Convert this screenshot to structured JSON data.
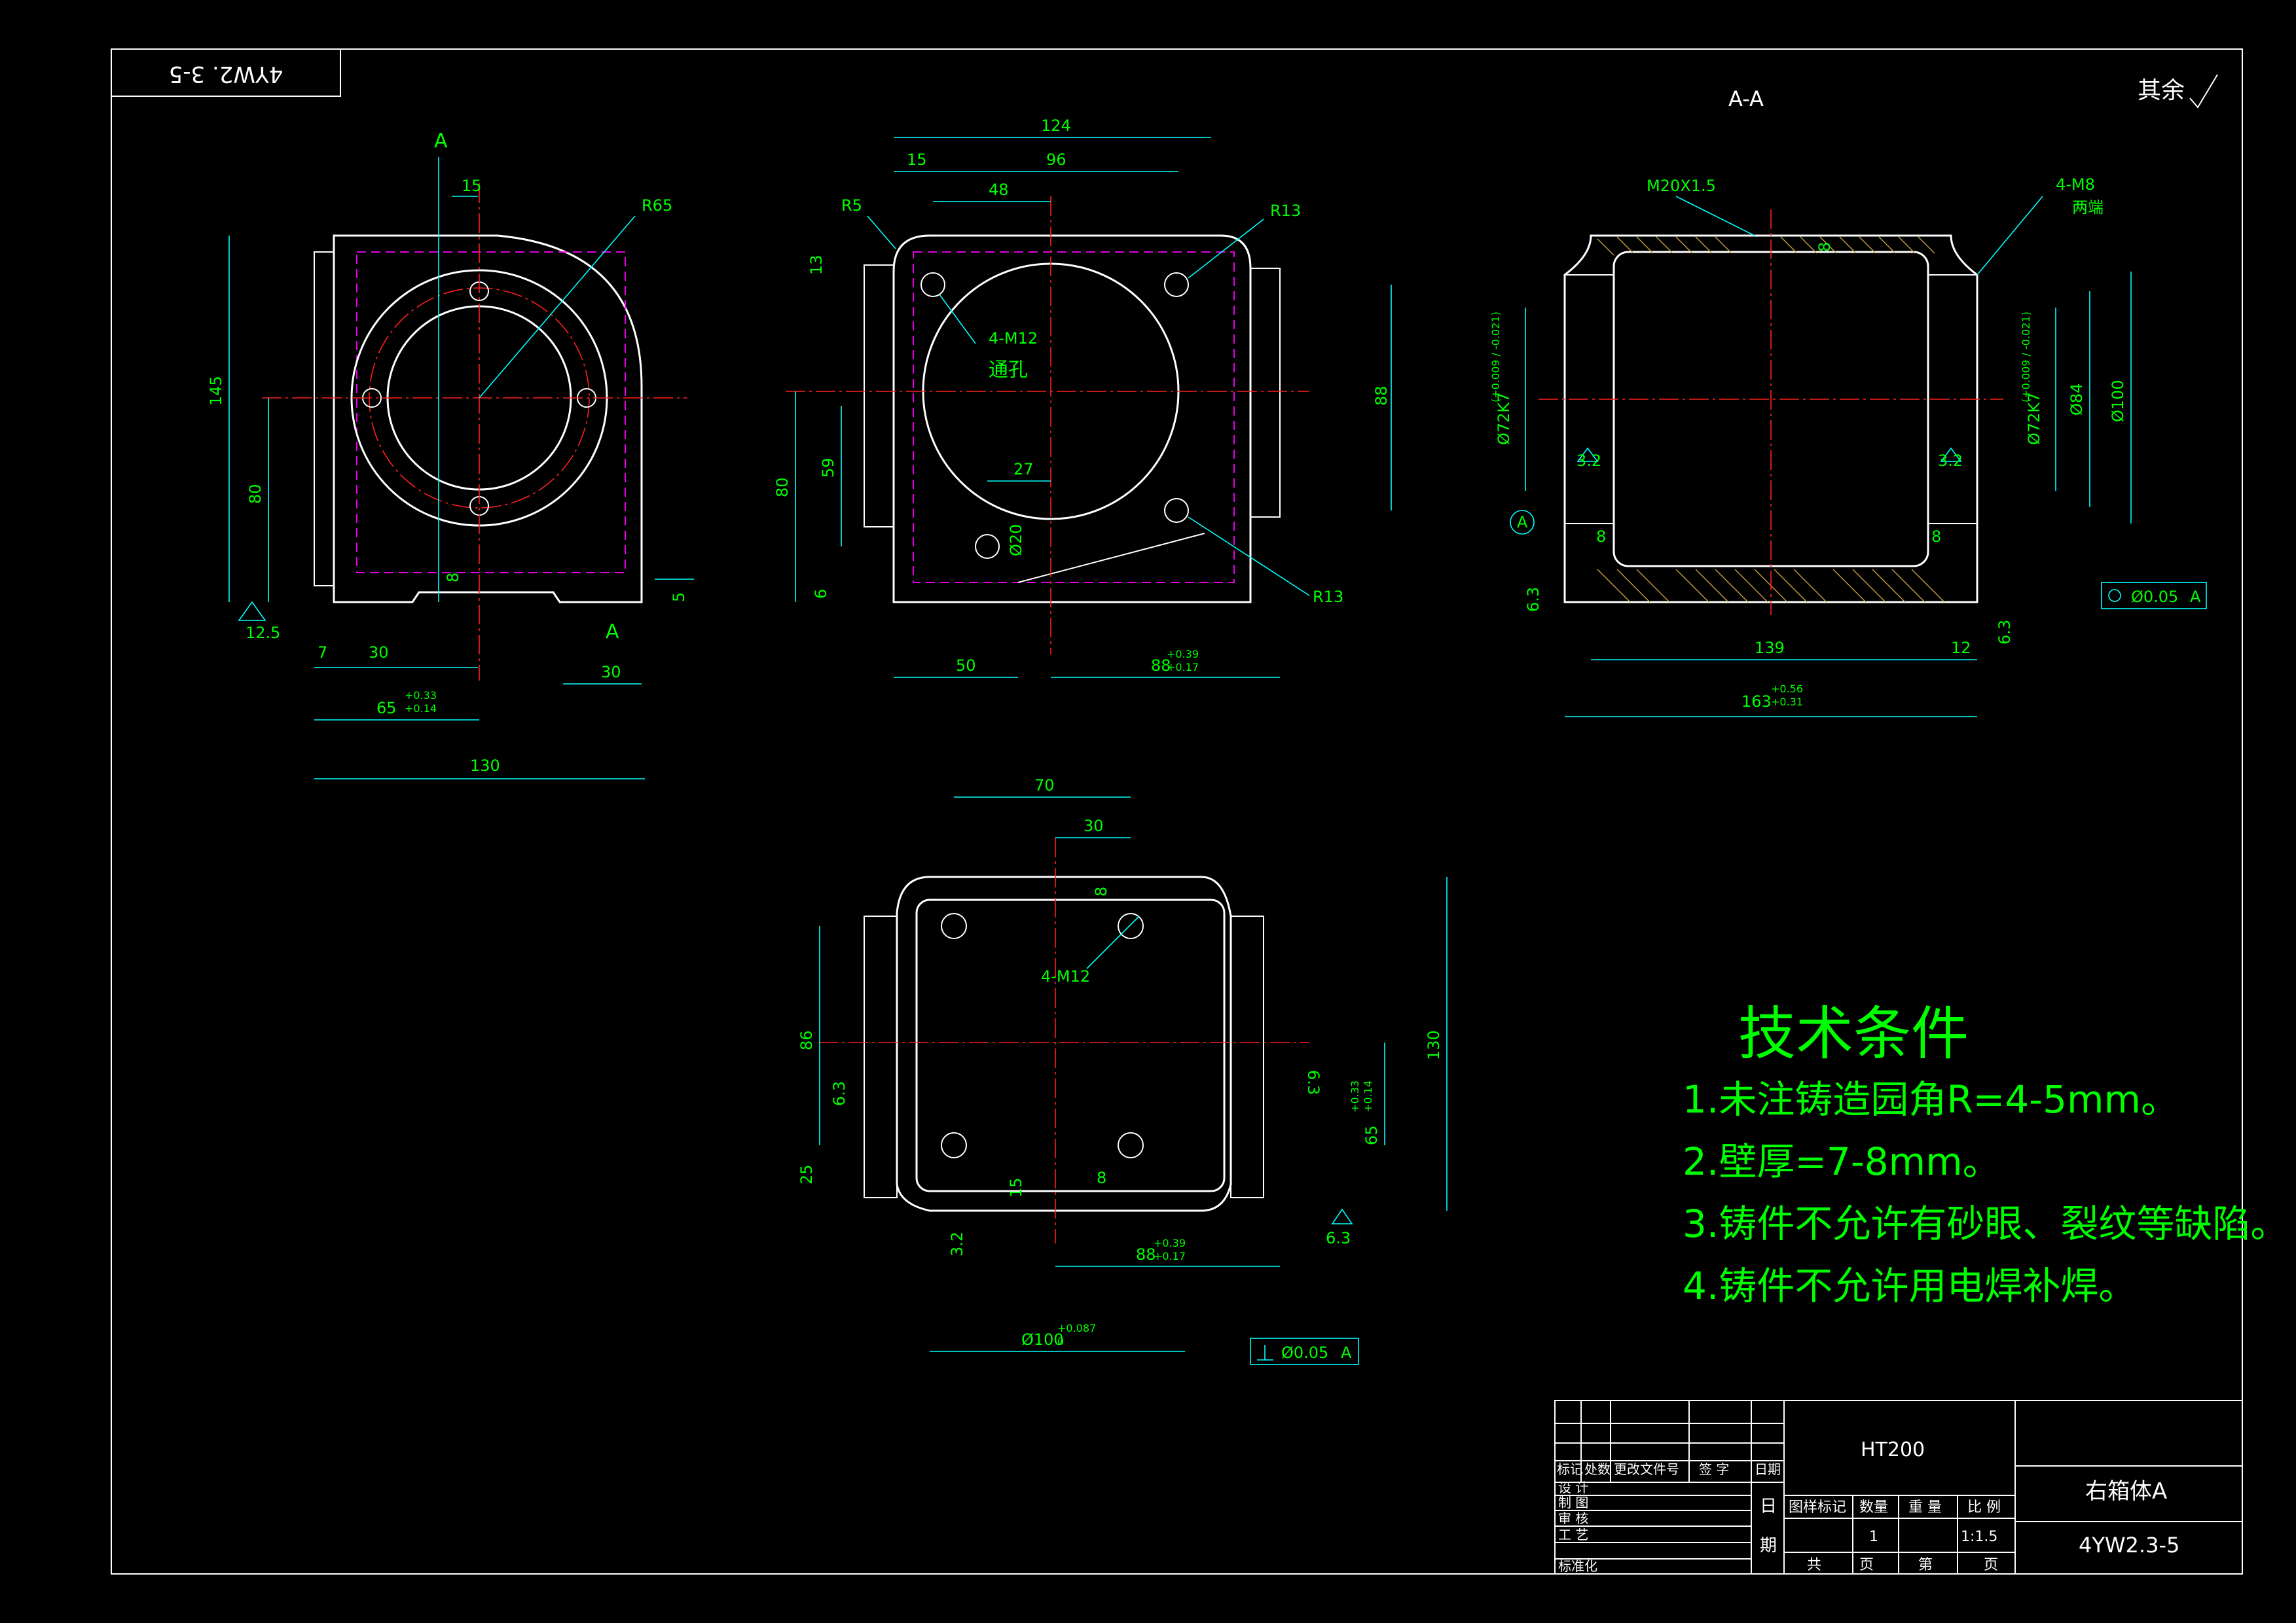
{
  "drawing_code_box": "4YW2. 3-5",
  "roughness_note": "其余",
  "section_label": "A-A",
  "view1": {
    "section_mark_top": "A",
    "section_mark_bottom": "A",
    "dims": {
      "d15": "15",
      "r65": "R65",
      "d145": "145",
      "d80": "80",
      "d8": "8",
      "d5": "5",
      "rough": "12.5",
      "d7": "7",
      "d30a": "30",
      "d30b": "30",
      "d65": "65",
      "d65_tol_up": "+0.33",
      "d65_tol_lo": "+0.14",
      "d130": "130"
    }
  },
  "view2": {
    "dims": {
      "d124": "124",
      "d15": "15",
      "d96": "96",
      "d48": "48",
      "r5": "R5",
      "r13a": "R13",
      "d13": "13",
      "m12": "4-M12",
      "through": "通孔",
      "d88v": "88",
      "d80": "80",
      "d59": "59",
      "d27": "27",
      "phi20": "Ø20",
      "d6": "6",
      "r13b": "R13",
      "d50": "50",
      "d88": "88",
      "d88_tol_up": "+0.39",
      "d88_tol_lo": "+0.17"
    }
  },
  "view3": {
    "dims": {
      "m20": "M20X1.5",
      "m8": "4-M8",
      "both_ends": "两端",
      "d8top": "8",
      "phi72a": "Ø72K7",
      "phi72a_tol": "(+0.009 / -0.021)",
      "phi72b": "Ø72K7",
      "phi72b_tol": "(+0.009 / -0.021)",
      "phi84": "Ø84",
      "phi100": "Ø100",
      "rough32a": "3.2",
      "rough32b": "3.2",
      "datum": "A",
      "d8a": "8",
      "d8b": "8",
      "rough63a": "6.3",
      "rough63b": "6.3",
      "d139": "139",
      "d12": "12",
      "d163": "163",
      "d163_tol_up": "+0.56",
      "d163_tol_lo": "+0.31",
      "tol_val": "Ø0.05",
      "tol_ref": "A"
    }
  },
  "view4": {
    "dims": {
      "d70": "70",
      "d30": "30",
      "d8top": "8",
      "m12": "4-M12",
      "d86": "86",
      "d130": "130",
      "rough63a": "6.3",
      "rough63b": "6.3",
      "rough63c": "6.3",
      "rough32": "3.2",
      "d25": "25",
      "d15": "15",
      "d8b": "8",
      "d65": "65",
      "d65_tol_up": "+0.33",
      "d65_tol_lo": "+0.14",
      "d88": "88",
      "d88_tol_up": "+0.39",
      "d88_tol_lo": "+0.17",
      "phi100": "Ø100",
      "phi100_tol_up": "+0.087",
      "phi100_tol_lo": "0",
      "tol_val": "Ø0.05",
      "tol_ref": "A"
    }
  },
  "tech": {
    "title": "技术条件",
    "lines": [
      "1.未注铸造园角R=4-5mm。",
      "2.壁厚=7-8mm。",
      "3.铸件不允许有砂眼、裂纹等缺陷。",
      "4.铸件不允许用电焊补焊。"
    ]
  },
  "title_block": {
    "material": "HT200",
    "part_name": "右箱体A",
    "drawing_no": "4YW2.3-5",
    "rev_headers": [
      "标记",
      "处数",
      "更改文件号",
      "签 字",
      "日期"
    ],
    "roles": [
      "设 计",
      "制 图",
      "审 核",
      "工 艺",
      "标准化"
    ],
    "date_label1": "日",
    "date_label2": "期",
    "col_headers": [
      "图样标记",
      "数量",
      "重 量",
      "比 例"
    ],
    "quantity": "1",
    "scale": "1:1.5",
    "sheet_total": "共",
    "sheet_unit1": "页",
    "sheet_num": "第",
    "sheet_unit2": "页"
  }
}
